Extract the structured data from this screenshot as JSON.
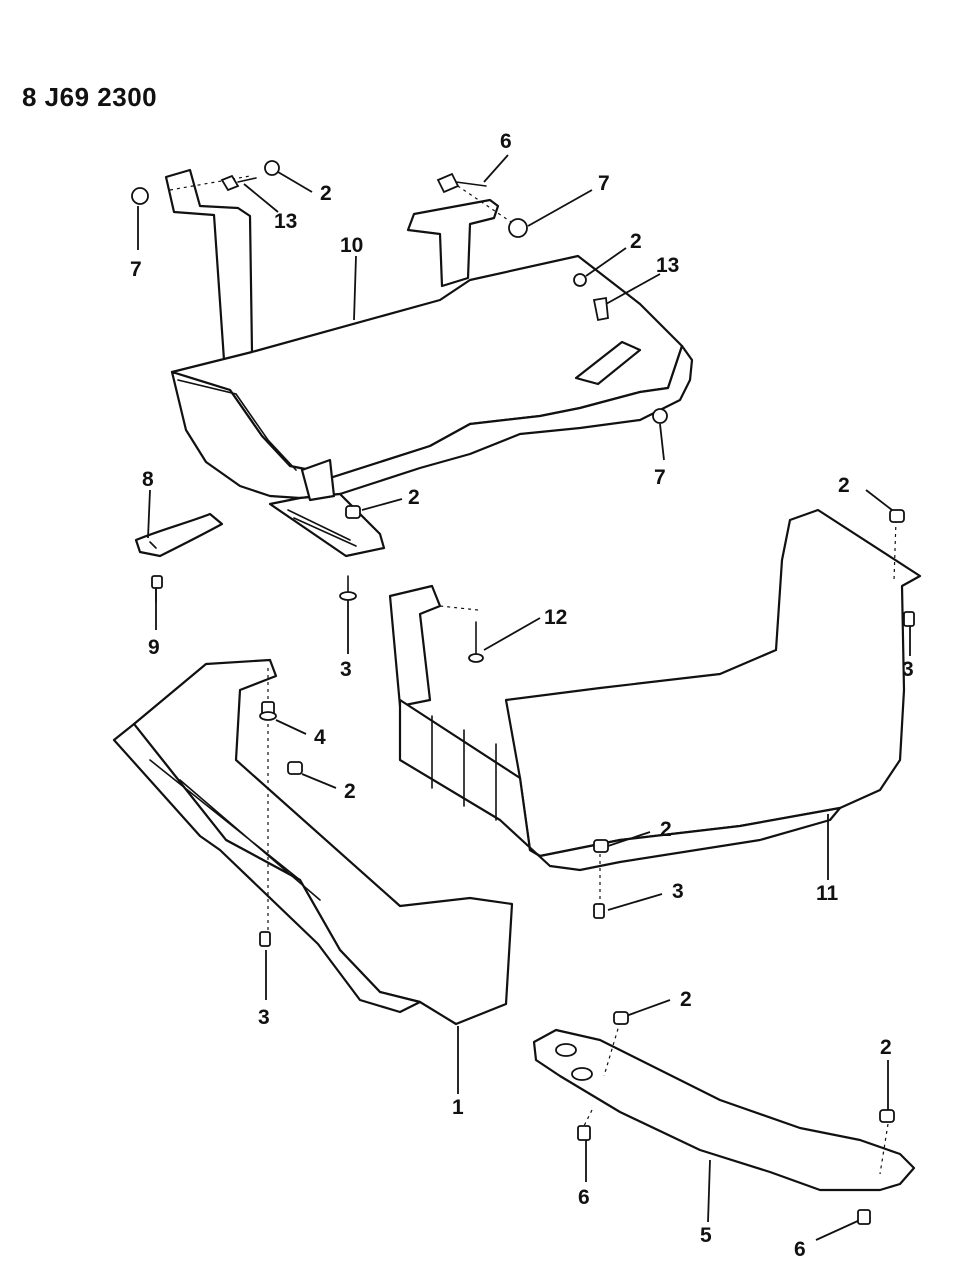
{
  "drawing_number": "8 J69 2300",
  "callouts": [
    {
      "id": "c-6a",
      "label": "6"
    },
    {
      "id": "c-2a",
      "label": "2"
    },
    {
      "id": "c-13a",
      "label": "13"
    },
    {
      "id": "c-7a",
      "label": "7"
    },
    {
      "id": "c-7b",
      "label": "7"
    },
    {
      "id": "c-10",
      "label": "10"
    },
    {
      "id": "c-2b",
      "label": "2"
    },
    {
      "id": "c-13b",
      "label": "13"
    },
    {
      "id": "c-7c",
      "label": "7"
    },
    {
      "id": "c-8",
      "label": "8"
    },
    {
      "id": "c-2c",
      "label": "2"
    },
    {
      "id": "c-9",
      "label": "9"
    },
    {
      "id": "c-3a",
      "label": "3"
    },
    {
      "id": "c-2d",
      "label": "2"
    },
    {
      "id": "c-12",
      "label": "12"
    },
    {
      "id": "c-3b",
      "label": "3"
    },
    {
      "id": "c-4",
      "label": "4"
    },
    {
      "id": "c-2e",
      "label": "2"
    },
    {
      "id": "c-2f",
      "label": "2"
    },
    {
      "id": "c-11",
      "label": "11"
    },
    {
      "id": "c-3c",
      "label": "3"
    },
    {
      "id": "c-3d",
      "label": "3"
    },
    {
      "id": "c-2g",
      "label": "2"
    },
    {
      "id": "c-2h",
      "label": "2"
    },
    {
      "id": "c-1",
      "label": "1"
    },
    {
      "id": "c-6b",
      "label": "6"
    },
    {
      "id": "c-5",
      "label": "5"
    },
    {
      "id": "c-6c",
      "label": "6"
    }
  ]
}
